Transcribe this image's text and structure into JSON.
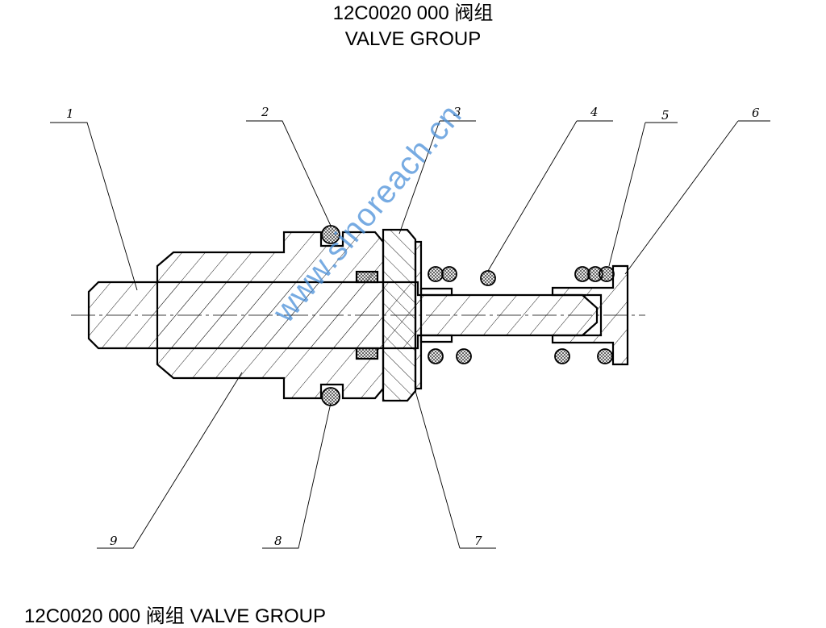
{
  "title": {
    "line1": "12C0020 000  阀组",
    "line2": "VALVE GROUP"
  },
  "caption": "12C0020 000  阀组  VALVE GROUP",
  "watermark": "www.sinoreach.cn",
  "part_labels": [
    "1",
    "2",
    "3",
    "4",
    "5",
    "6",
    "7",
    "8",
    "9"
  ],
  "colors": {
    "line": "#000000",
    "watermark": "#4a90d9"
  }
}
